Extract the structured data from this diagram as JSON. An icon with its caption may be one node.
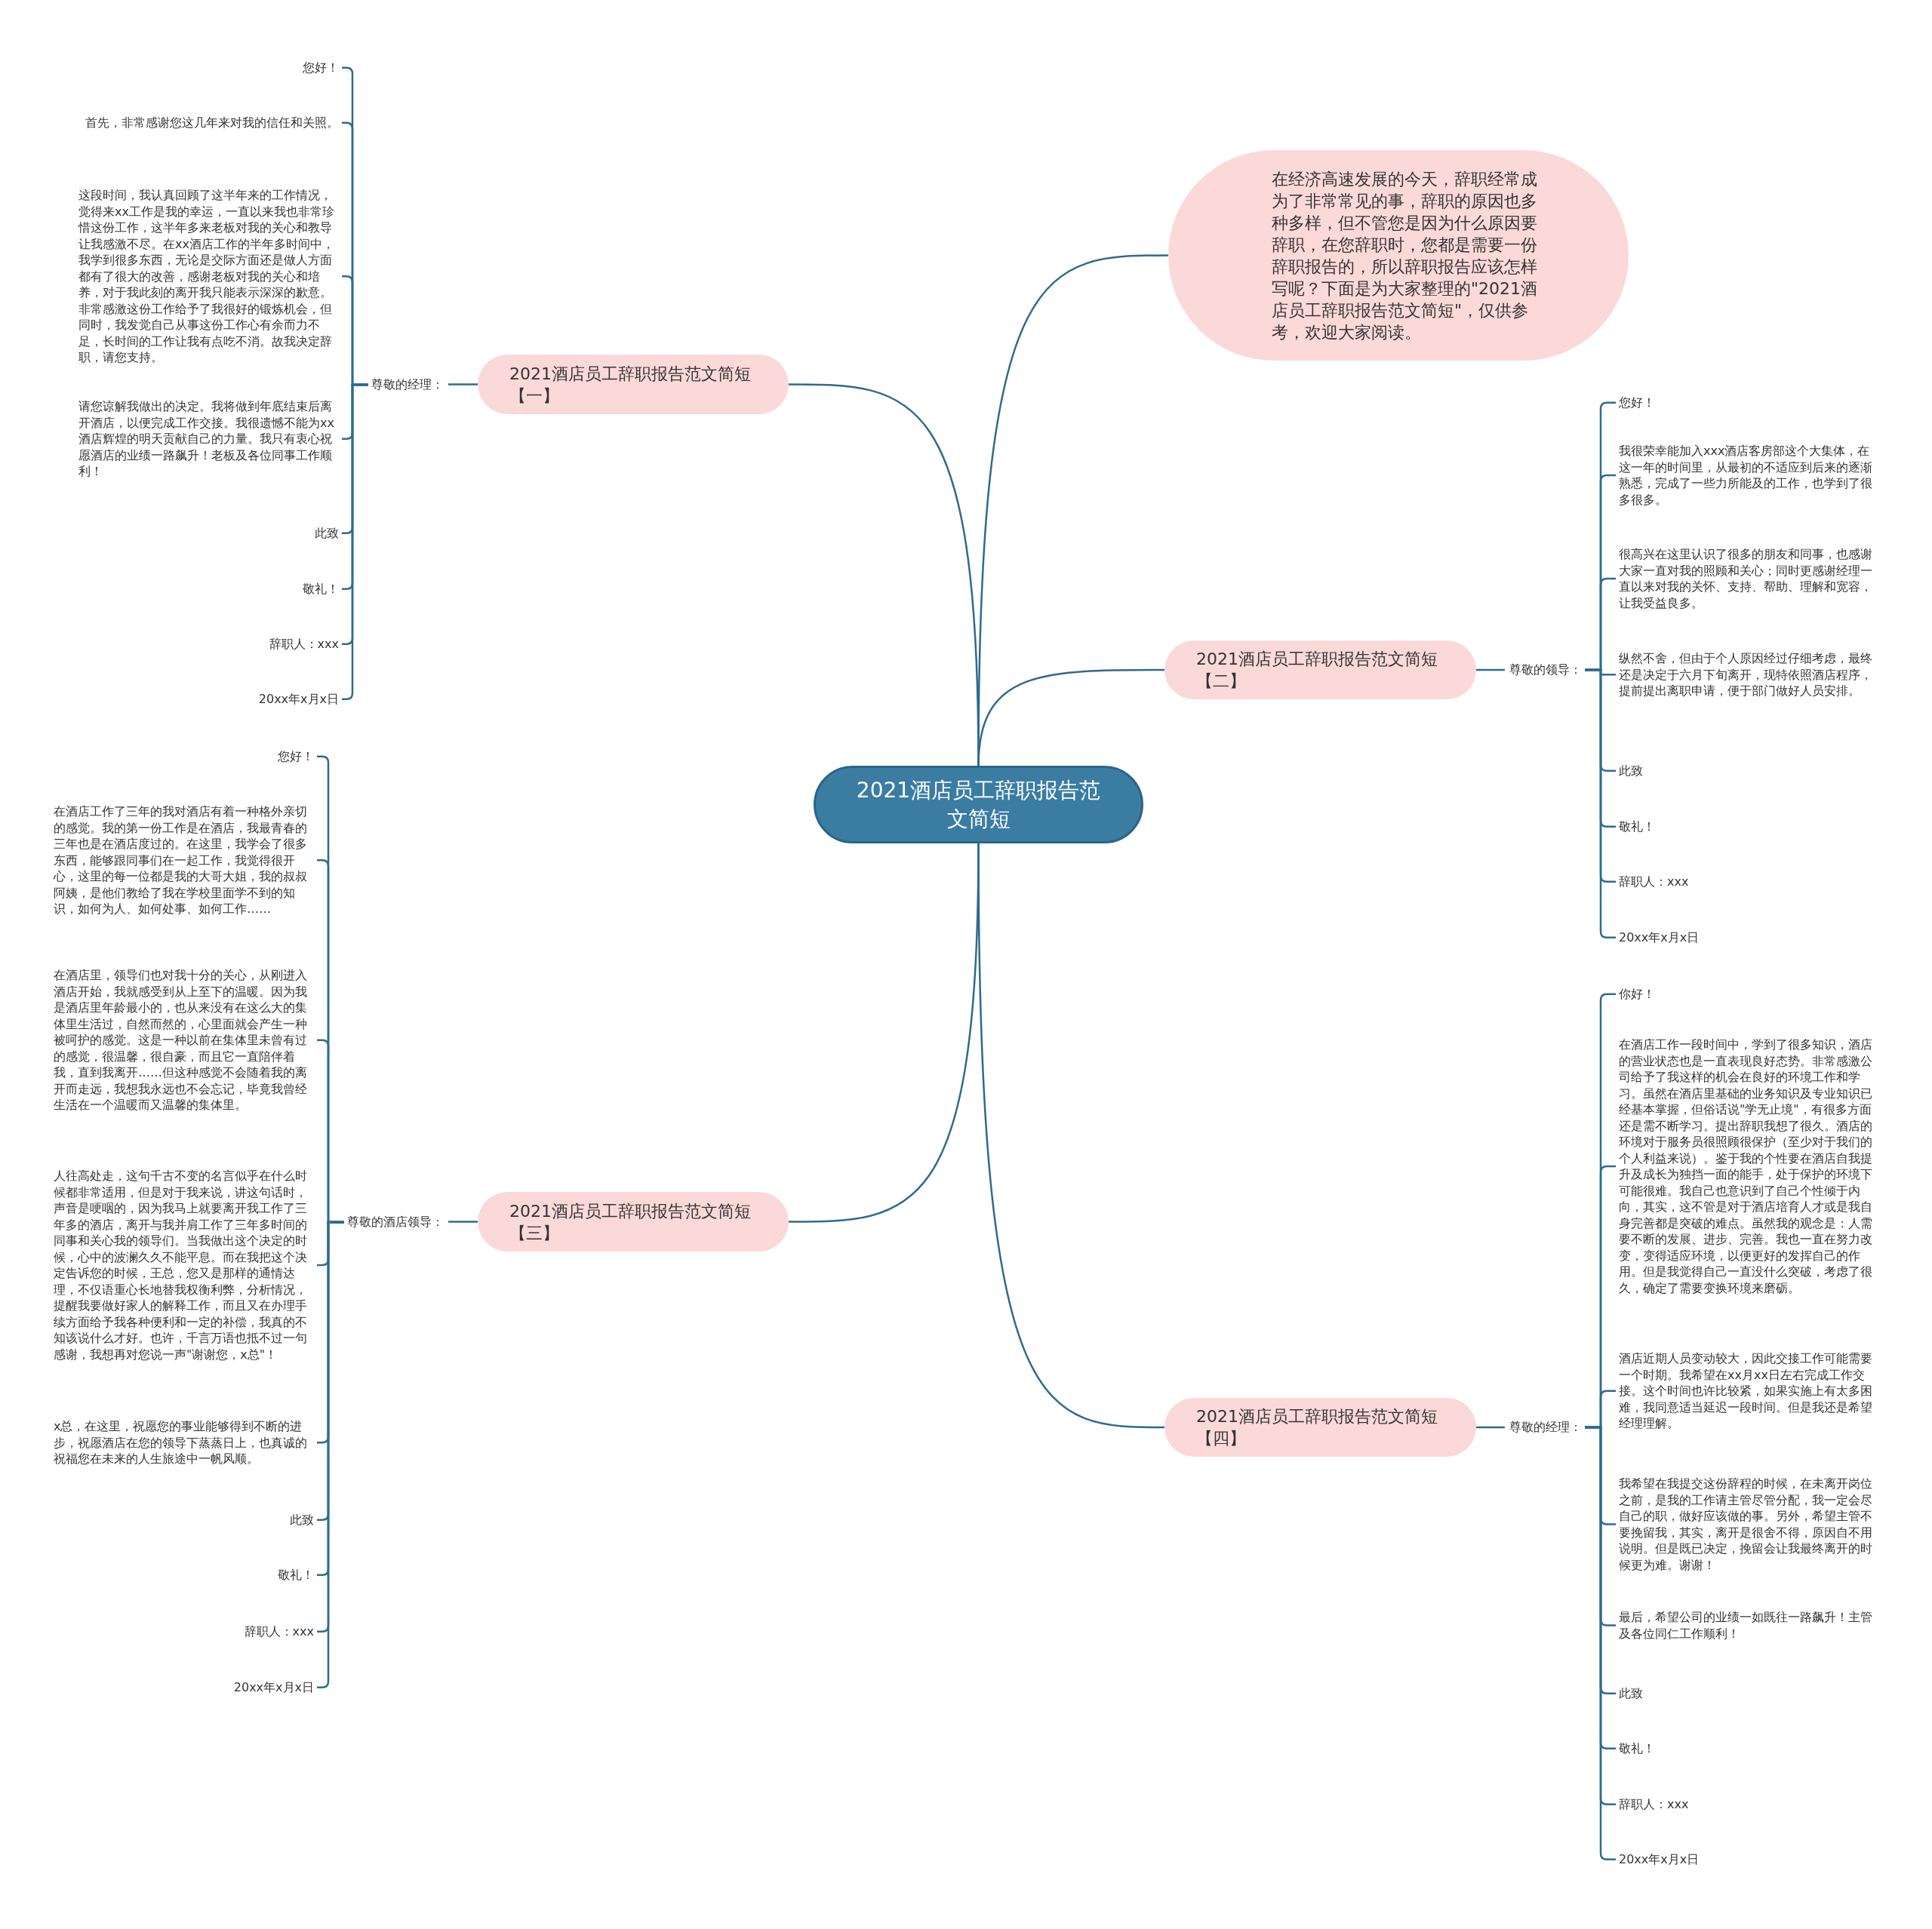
{
  "diagram": {
    "nodes": [
      {
        "text": [
          "2021酒店员工辞职报告范文简短"
        ]
      },
      {
        "text": [
          "在经济高速发展的今天，辞职经常成为了非常常见的事，辞职的原因也多种多样，但不管您是因为什么原因要辞职，在您辞职时，您都是需要一份辞职报告的，所以辞职报告应该怎样写呢？下面是为大家整理的\"2021酒店员工辞职报告范文简短\"，仅供参考，欢迎大家阅读。"
        ]
      },
      {
        "text": [
          "2021酒店员工辞职报告范文简短【一】"
        ]
      },
      {
        "text": [
          "尊敬的经理："
        ]
      },
      {
        "text": [
          "您好！"
        ]
      },
      {
        "text": [
          "首先，非常感谢您这几年来对我的信任和关照。"
        ]
      },
      {
        "text": [
          "这段时间，我认真回顾了这半年来的工作情况，觉得来xx工作是我的幸运，一直以来我也非常珍惜这份工作，这半年多来老板对我的关心和教导让我感激不尽。在xx酒店工作的半年多时间中，我学到很多东西，无论是交际方面还是做人方面都有了很大的改善，感谢老板对我的关心和培养，对于我此刻的离开我只能表示深深的歉意。非常感激这份工作给予了我很好的锻炼机会，但同时，我发觉自己从事这份工作心有余而力不足，长时间的工作让我有点吃不消。故我决定辞职，请您支持。"
        ]
      },
      {
        "text": [
          "请您谅解我做出的决定。我将做到年底结束后离开酒店，以便完成工作交接。我很遗憾不能为xx酒店辉煌的明天贡献自己的力量。我只有衷心祝愿酒店的业绩一路飙升！老板及各位同事工作顺利！"
        ]
      },
      {
        "text": [
          "此致"
        ]
      },
      {
        "text": [
          "敬礼！"
        ]
      },
      {
        "text": [
          "辞职人：xxx"
        ]
      },
      {
        "text": [
          "20xx年x月x日"
        ]
      },
      {
        "text": [
          "2021酒店员工辞职报告范文简短【二】"
        ]
      },
      {
        "text": [
          "尊敬的领导："
        ]
      },
      {
        "text": [
          "您好！"
        ]
      },
      {
        "text": [
          "我很荣幸能加入xxx酒店客房部这个大集体，在这一年的时间里，从最初的不适应到后来的逐渐熟悉，完成了一些力所能及的工作，也学到了很多很多。"
        ]
      },
      {
        "text": [
          "很高兴在这里认识了很多的朋友和同事，也感谢大家一直对我的照顾和关心；同时更感谢经理一直以来对我的关怀、支持、帮助、理解和宽容，让我受益良多。"
        ]
      },
      {
        "text": [
          "纵然不舍，但由于个人原因经过仔细考虑，最终还是决定于六月下旬离开，现特依照酒店程序，提前提出离职申请，便于部门做好人员安排。"
        ]
      },
      {
        "text": [
          "此致"
        ]
      },
      {
        "text": [
          "敬礼！"
        ]
      },
      {
        "text": [
          "辞职人：xxx"
        ]
      },
      {
        "text": [
          "20xx年x月x日"
        ]
      },
      {
        "text": [
          "2021酒店员工辞职报告范文简短【三】"
        ]
      },
      {
        "text": [
          "尊敬的酒店领导："
        ]
      },
      {
        "text": [
          "您好！"
        ]
      },
      {
        "text": [
          "在酒店工作了三年的我对酒店有着一种格外亲切的感觉。我的第一份工作是在酒店，我最青春的三年也是在酒店度过的。在这里，我学会了很多东西，能够跟同事们在一起工作，我觉得很开心，这里的每一位都是我的大哥大姐，我的叔叔阿姨，是他们教给了我在学校里面学不到的知识，如何为人、如何处事、如何工作……"
        ]
      },
      {
        "text": [
          "在酒店里，领导们也对我十分的关心，从刚进入酒店开始，我就感受到从上至下的温暖。因为我是酒店里年龄最小的，也从来没有在这么大的集体里生活过，自然而然的，心里面就会产生一种被呵护的感觉。这是一种以前在集体里未曾有过的感觉，很温馨，很自豪，而且它一直陪伴着我，直到我离开……但这种感觉不会随着我的离开而走远，我想我永远也不会忘记，毕竟我曾经生活在一个温暖而又温馨的集体里。"
        ]
      },
      {
        "text": [
          "人往高处走，这句千古不变的名言似乎在什么时候都非常适用，但是对于我来说，讲这句话时，声音是哽咽的，因为我马上就要离开我工作了三年多的酒店，离开与我并肩工作了三年多时间的同事和关心我的领导们。当我做出这个决定的时候，心中的波澜久久不能平息。而在我把这个决定告诉您的时候，王总，您又是那样的通情达理，不仅语重心长地替我权衡利弊，分析情况，提醒我要做好家人的解释工作，而且又在办理手续方面给予我各种便利和一定的补偿，我真的不知该说什么才好。也许，千言万语也抵不过一句感谢，我想再对您说一声\"谢谢您，x总\"！"
        ]
      },
      {
        "text": [
          "x总，在这里，祝愿您的事业能够得到不断的进步，祝愿酒店在您的领导下蒸蒸日上，也真诚的祝福您在未来的人生旅途中一帆风顺。"
        ]
      },
      {
        "text": [
          "此致"
        ]
      },
      {
        "text": [
          "敬礼！"
        ]
      },
      {
        "text": [
          "辞职人：xxx"
        ]
      },
      {
        "text": [
          "20xx年x月x日"
        ]
      },
      {
        "text": [
          "2021酒店员工辞职报告范文简短【四】"
        ]
      },
      {
        "text": [
          "尊敬的经理："
        ]
      },
      {
        "text": [
          "你好！"
        ]
      },
      {
        "text": [
          "在酒店工作一段时间中，学到了很多知识，酒店的营业状态也是一直表现良好态势。非常感激公司给予了我这样的机会在良好的环境工作和学习。虽然在酒店里基础的业务知识及专业知识已经基本掌握，但俗话说\"学无止境\"，有很多方面还是需不断学习。提出辞职我想了很久。酒店的环境对于服务员很照顾很保护（至少对于我们的个人利益来说）。鉴于我的个性要在酒店自我提升及成长为独挡一面的能手，处于保护的环境下可能很难。我自己也意识到了自己个性倾于内向，其实，这不管是对于酒店培育人才或是我自身完善都是突破的难点。虽然我的观念是：人需要不断的发展、进步、完善。我也一直在努力改变，变得适应环境，以便更好的发挥自己的作用。但是我觉得自己一直没什么突破，考虑了很久，确定了需要变换环境来磨砺。"
        ]
      },
      {
        "text": [
          "酒店近期人员变动较大，因此交接工作可能需要一个时期。我希望在xx月xx日左右完成工作交接。这个时间也许比较紧，如果实施上有太多困难，我同意适当延迟一段时间。但是我还是希望经理理解。"
        ]
      },
      {
        "text": [
          "我希望在我提交这份辞程的时候，在未离开岗位之前，是我的工作请主管尽管分配，我一定会尽自己的职，做好应该做的事。另外，希望主管不要挽留我，其实，离开是很舍不得，原因自不用说明。但是既已决定，挽留会让我最终离开的时候更为难。谢谢！"
        ]
      },
      {
        "text": [
          "最后，希望公司的业绩一如既往一路飙升！主管及各位同仁工作顺利！"
        ]
      },
      {
        "text": [
          "此致"
        ]
      },
      {
        "text": [
          "敬礼！"
        ]
      },
      {
        "text": [
          "辞职人：xxx"
        ]
      },
      {
        "text": [
          "20xx年x月x日"
        ]
      }
    ],
    "edges": [
      {
        "from": 0,
        "to": 1,
        "arrow": "none"
      },
      {
        "from": 0,
        "to": 2,
        "arrow": "none"
      },
      {
        "from": 2,
        "to": 3,
        "arrow": "none"
      },
      {
        "from": 3,
        "to": 4,
        "arrow": "none"
      },
      {
        "from": 3,
        "to": 5,
        "arrow": "none"
      },
      {
        "from": 3,
        "to": 6,
        "arrow": "none"
      },
      {
        "from": 3,
        "to": 7,
        "arrow": "none"
      },
      {
        "from": 3,
        "to": 8,
        "arrow": "none"
      },
      {
        "from": 3,
        "to": 9,
        "arrow": "none"
      },
      {
        "from": 3,
        "to": 10,
        "arrow": "none"
      },
      {
        "from": 3,
        "to": 11,
        "arrow": "none"
      },
      {
        "from": 0,
        "to": 12,
        "arrow": "none"
      },
      {
        "from": 12,
        "to": 13,
        "arrow": "none"
      },
      {
        "from": 13,
        "to": 14,
        "arrow": "none"
      },
      {
        "from": 13,
        "to": 15,
        "arrow": "none"
      },
      {
        "from": 13,
        "to": 16,
        "arrow": "none"
      },
      {
        "from": 13,
        "to": 17,
        "arrow": "none"
      },
      {
        "from": 13,
        "to": 18,
        "arrow": "none"
      },
      {
        "from": 13,
        "to": 19,
        "arrow": "none"
      },
      {
        "from": 13,
        "to": 20,
        "arrow": "none"
      },
      {
        "from": 13,
        "to": 21,
        "arrow": "none"
      },
      {
        "from": 0,
        "to": 22,
        "arrow": "none"
      },
      {
        "from": 22,
        "to": 23,
        "arrow": "none"
      },
      {
        "from": 23,
        "to": 24,
        "arrow": "none"
      },
      {
        "from": 23,
        "to": 25,
        "arrow": "none"
      },
      {
        "from": 23,
        "to": 26,
        "arrow": "none"
      },
      {
        "from": 23,
        "to": 27,
        "arrow": "none"
      },
      {
        "from": 23,
        "to": 28,
        "arrow": "none"
      },
      {
        "from": 23,
        "to": 29,
        "arrow": "none"
      },
      {
        "from": 23,
        "to": 30,
        "arrow": "none"
      },
      {
        "from": 23,
        "to": 31,
        "arrow": "none"
      },
      {
        "from": 23,
        "to": 32,
        "arrow": "none"
      },
      {
        "from": 0,
        "to": 33,
        "arrow": "none"
      },
      {
        "from": 33,
        "to": 34,
        "arrow": "none"
      },
      {
        "from": 34,
        "to": 35,
        "arrow": "none"
      },
      {
        "from": 34,
        "to": 36,
        "arrow": "none"
      },
      {
        "from": 34,
        "to": 37,
        "arrow": "none"
      },
      {
        "from": 34,
        "to": 38,
        "arrow": "none"
      },
      {
        "from": 34,
        "to": 39,
        "arrow": "none"
      },
      {
        "from": 34,
        "to": 40,
        "arrow": "none"
      },
      {
        "from": 34,
        "to": 41,
        "arrow": "none"
      },
      {
        "from": 34,
        "to": 42,
        "arrow": "none"
      },
      {
        "from": 34,
        "to": 43,
        "arrow": "none"
      }
    ]
  }
}
